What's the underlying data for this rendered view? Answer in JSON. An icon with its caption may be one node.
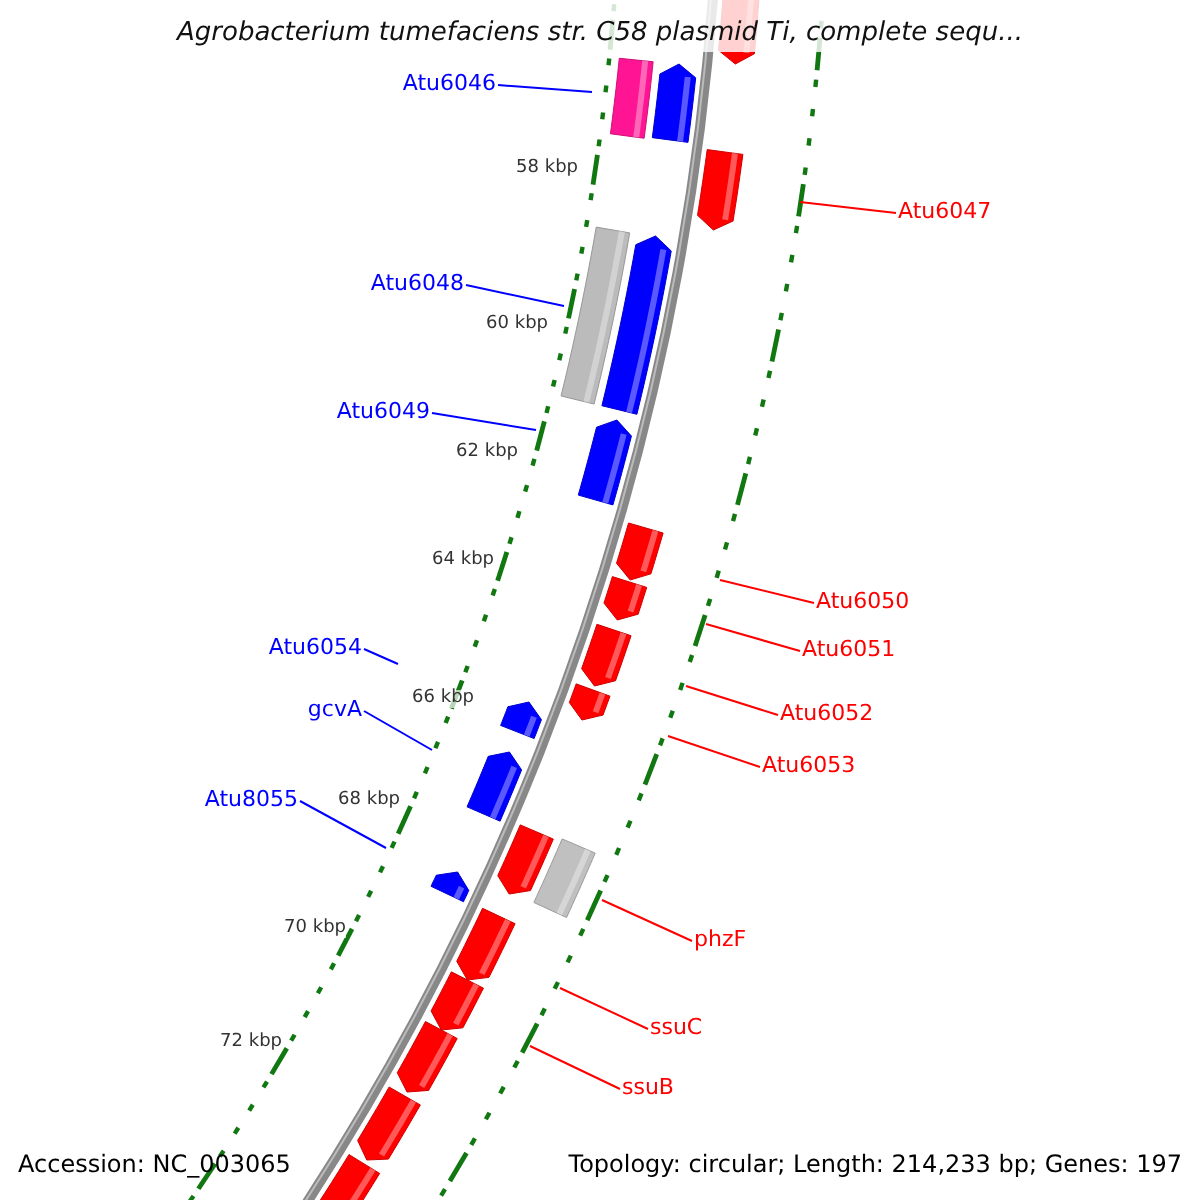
{
  "diagram": {
    "title": "Agrobacterium tumefaciens str. C58 plasmid Ti, complete sequ...",
    "nodes": [
      {
        "text": [
          "Atu6046"
        ]
      },
      {
        "text": [
          "Atu6047"
        ]
      },
      {
        "text": [
          "Atu6048"
        ]
      },
      {
        "text": [
          "Atu6049"
        ]
      },
      {
        "text": [
          "Atu6050"
        ]
      },
      {
        "text": [
          "Atu6051"
        ]
      },
      {
        "text": [
          "Atu6054"
        ]
      },
      {
        "text": [
          "Atu6052"
        ]
      },
      {
        "text": [
          "gcvA"
        ]
      },
      {
        "text": [
          "Atu6053"
        ]
      },
      {
        "text": [
          "Atu8055"
        ]
      },
      {
        "text": [
          "phzF"
        ]
      },
      {
        "text": [
          "ssuC"
        ]
      },
      {
        "text": [
          "ssuB"
        ]
      }
    ],
    "edges": [
      {
        "from": 0,
        "to": null,
        "arrow": "none",
        "color": "#0000ff"
      },
      {
        "from": 1,
        "to": null,
        "arrow": "none",
        "color": "#ff0000"
      },
      {
        "from": 2,
        "to": null,
        "arrow": "none",
        "color": "#0000ff"
      },
      {
        "from": 3,
        "to": null,
        "arrow": "none",
        "color": "#0000ff"
      },
      {
        "from": 4,
        "to": null,
        "arrow": "none",
        "color": "#ff0000"
      },
      {
        "from": 5,
        "to": null,
        "arrow": "none",
        "color": "#ff0000"
      },
      {
        "from": 6,
        "to": null,
        "arrow": "none",
        "color": "#0000ff"
      },
      {
        "from": 7,
        "to": null,
        "arrow": "none",
        "color": "#ff0000"
      },
      {
        "from": 8,
        "to": null,
        "arrow": "none",
        "color": "#0000ff"
      },
      {
        "from": 9,
        "to": null,
        "arrow": "none",
        "color": "#ff0000"
      },
      {
        "from": 10,
        "to": null,
        "arrow": "none",
        "color": "#0000ff"
      },
      {
        "from": 11,
        "to": null,
        "arrow": "none",
        "color": "#ff0000"
      },
      {
        "from": 12,
        "to": null,
        "arrow": "none",
        "color": "#ff0000"
      },
      {
        "from": 13,
        "to": null,
        "arrow": "none",
        "color": "#ff0000"
      }
    ],
    "labels": [
      "58 kbp",
      "60 kbp",
      "62 kbp",
      "64 kbp",
      "66 kbp",
      "68 kbp",
      "70 kbp",
      "72 kbp",
      "Accession: NC_003065",
      "Topology: circular; Length: 214,233 bp; Genes: 197"
    ]
  }
}
